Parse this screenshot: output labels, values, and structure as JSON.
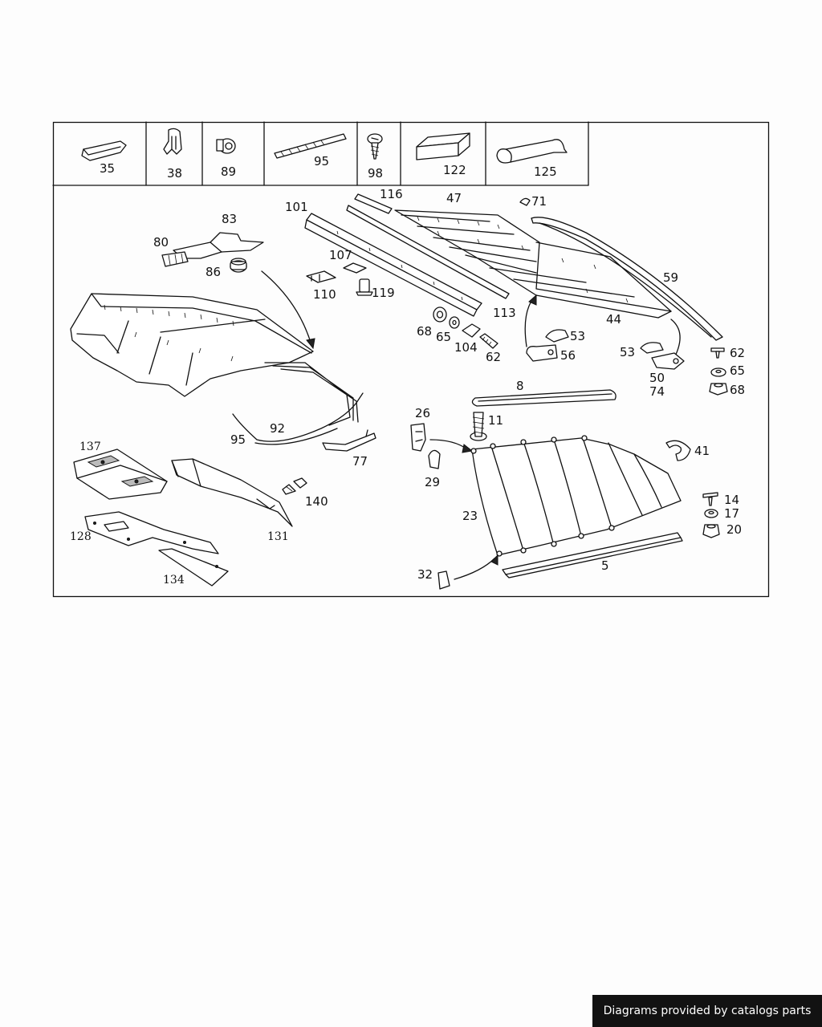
{
  "footer": {
    "text": "Diagrams provided by catalogs parts"
  },
  "legend_parts": [
    "35",
    "38",
    "89",
    "95",
    "98",
    "122",
    "125"
  ],
  "callouts": {
    "p101": "101",
    "p116": "116",
    "p47": "47",
    "p71": "71",
    "p83": "83",
    "p80": "80",
    "p86": "86",
    "p107": "107",
    "p110": "110",
    "p119": "119",
    "p59": "59",
    "p113": "113",
    "p44": "44",
    "p68a": "68",
    "p65a": "65",
    "p104": "104",
    "p62a": "62",
    "p53a": "53",
    "p56": "56",
    "p53b": "53",
    "p50": "50",
    "p74": "74",
    "p62b": "62",
    "p65b": "65",
    "p68b": "68",
    "p8": "8",
    "p11": "11",
    "p26": "26",
    "p29": "29",
    "p95": "95",
    "p92": "92",
    "p77": "77",
    "p137": "137",
    "p140": "140",
    "p131": "131",
    "p128": "128",
    "p134": "134",
    "p41": "41",
    "p23": "23",
    "p14": "14",
    "p17": "17",
    "p20": "20",
    "p32": "32",
    "p5": "5"
  }
}
